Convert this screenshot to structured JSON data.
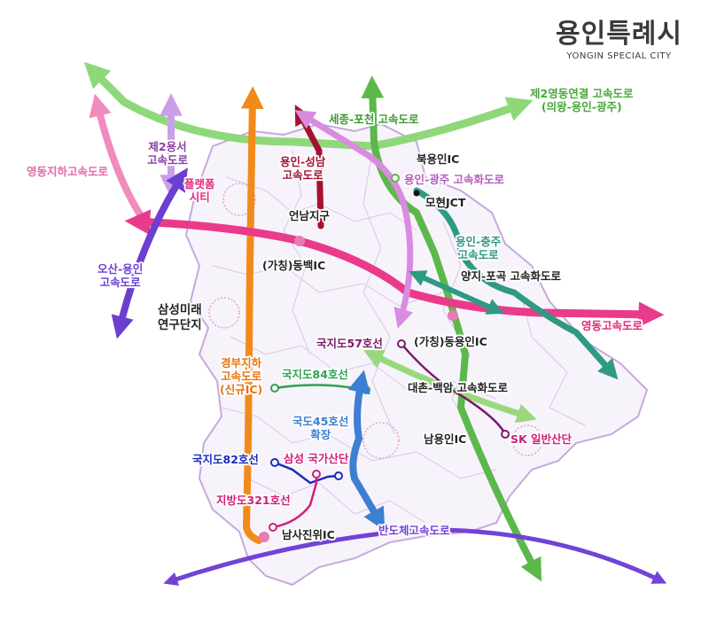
{
  "logo": {
    "name": "용인특례시",
    "subtitle": "YONGIN SPECIAL CITY"
  },
  "colors": {
    "boundary_fill": "#f7f3fb",
    "boundary_line": "#c6a9dd",
    "gyeongbu": "#f28a1a",
    "yeongdong": "#ea3a8a",
    "yeongdong_underground": "#f08cbd",
    "second_yeongdong_link": "#8fd87a",
    "sejong_pocheon": "#5bb84a",
    "yongin_seongnam": "#a3122f",
    "second_yongseo": "#c9a0e8",
    "yongin_gwangju": "#d98be0",
    "yongin_chungju": "#2e9a82",
    "osan_yongin": "#6c3fd1",
    "semiconductor": "#7342d6",
    "route45": "#3d7fd1",
    "route84": "#2ea44f",
    "route57": "#7a1a6b",
    "route82": "#1a2bc4",
    "local321": "#d0207a",
    "daechon": "#9ad87e"
  },
  "labels": {
    "second_yeongdong_link": [
      "제2영동연결 고속도로",
      "(의왕-용인-광주)"
    ],
    "sejong_pocheon": "세종-포천 고속도로",
    "second_yongseo": [
      "제2용서",
      "고속도로"
    ],
    "yeongdong_underground": "영동지하고속도로",
    "platform_city": [
      "플랫폼",
      "시티"
    ],
    "yongin_seongnam": [
      "용인-성남",
      "고속도로"
    ],
    "buk_yongin_ic": "북용인IC",
    "yongin_gwangju": "용인-광주 고속화도로",
    "mohyeon_jct": "모현JCT",
    "eonnam": "언남지구",
    "dongbaek_ic": "(가칭)동백IC",
    "osan_yongin": [
      "오산-용인",
      "고속도로"
    ],
    "yongin_chungju": [
      "용인-충주",
      "고속도로"
    ],
    "yangji_pogok": "양지-포곡 고속화도로",
    "samsung_future": [
      "삼성미래",
      "연구단지"
    ],
    "yeongdong": "영동고속도로",
    "route57": "국지도57호선",
    "dongyongin_ic": "(가칭)동용인IC",
    "gyeongbu_underground": [
      "경부지하",
      "고속도로",
      "(신규IC)"
    ],
    "route84": "국지도84호선",
    "daechon_baegam": "대촌-백암 고속화도로",
    "route45": [
      "국도45호선",
      "확장"
    ],
    "nam_yongin_ic": "남용인IC",
    "sk_complex": "SK 일반산단",
    "route82": "국지도82호선",
    "samsung_national": "삼성 국가산단",
    "local321": "지방도321호선",
    "namsajinwi_ic": "남사진위IC",
    "semiconductor": "반도체고속도로"
  }
}
